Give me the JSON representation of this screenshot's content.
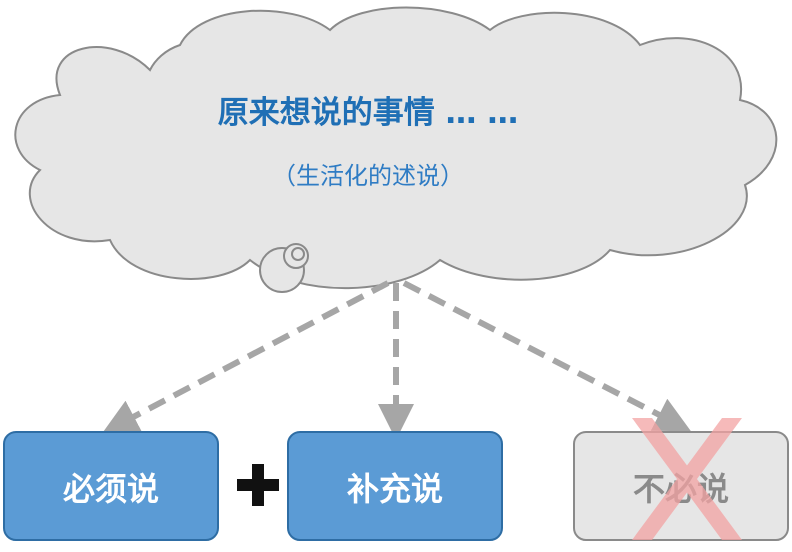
{
  "cloud": {
    "title": "原来想说的事情 … …",
    "subtitle": "（生活化的述说）"
  },
  "boxes": {
    "must": {
      "label": "必须说"
    },
    "supplement": {
      "label": "补充说"
    },
    "unnecessary": {
      "label": "不必说"
    }
  },
  "colors": {
    "cloud_fill": "#e6e6e6",
    "cloud_stroke": "#8a8a8a",
    "title_blue": "#1f6fb5",
    "box_fill": "#5b9bd5",
    "box_stroke": "#2e6da4",
    "box_disabled_fill": "#e6e6e6",
    "box_disabled_stroke": "#8a8a8a",
    "arrow_gray": "#a6a6a6",
    "cross_red": "#f4a6a6",
    "plus_black": "#111111"
  }
}
